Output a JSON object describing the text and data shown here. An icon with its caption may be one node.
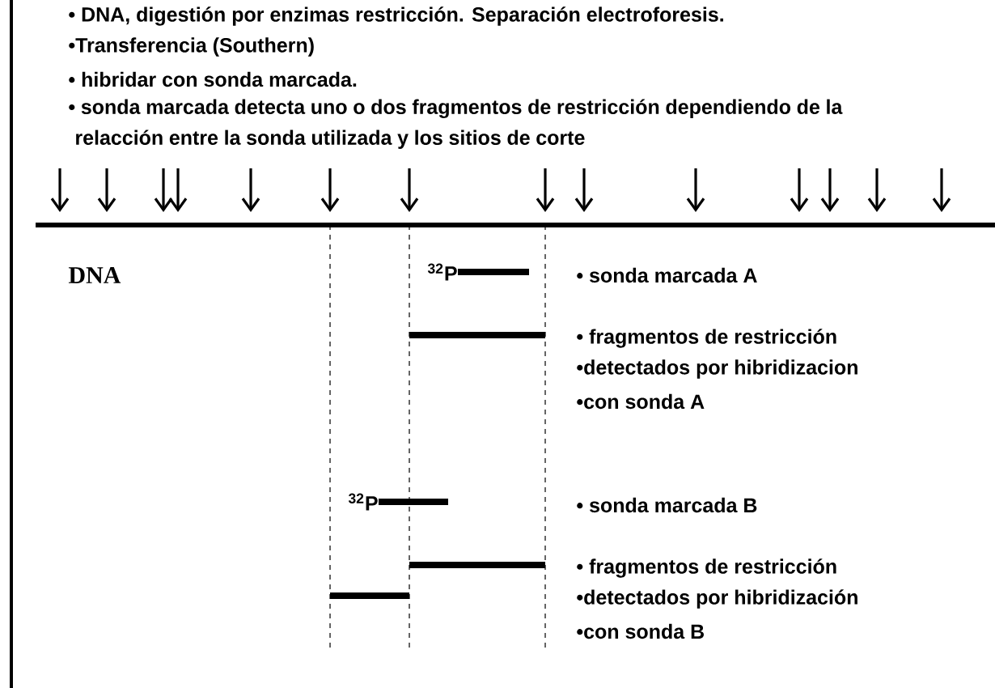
{
  "diagram": {
    "labels": [
      "• DNA, digestión por enzimas restricción. Separación electroforesis.",
      "•Transferencia (Southern)",
      "• hibridar con sonda marcada.",
      "• sonda marcada detecta uno o dos fragmentos de restricción dependiendo de la relacción entre la sonda utilizada y los sitios de corte",
      "DNA",
      "$^{32}$P",
      "• sonda marcada A",
      "• fragmentos de restricción",
      "•detectados por hibridizacion",
      "•con sonda A",
      "$^{32}$P",
      "• sonda marcada B",
      "• fragmentos de restricción",
      "•detectados por hibridización",
      "•con sonda B"
    ]
  }
}
